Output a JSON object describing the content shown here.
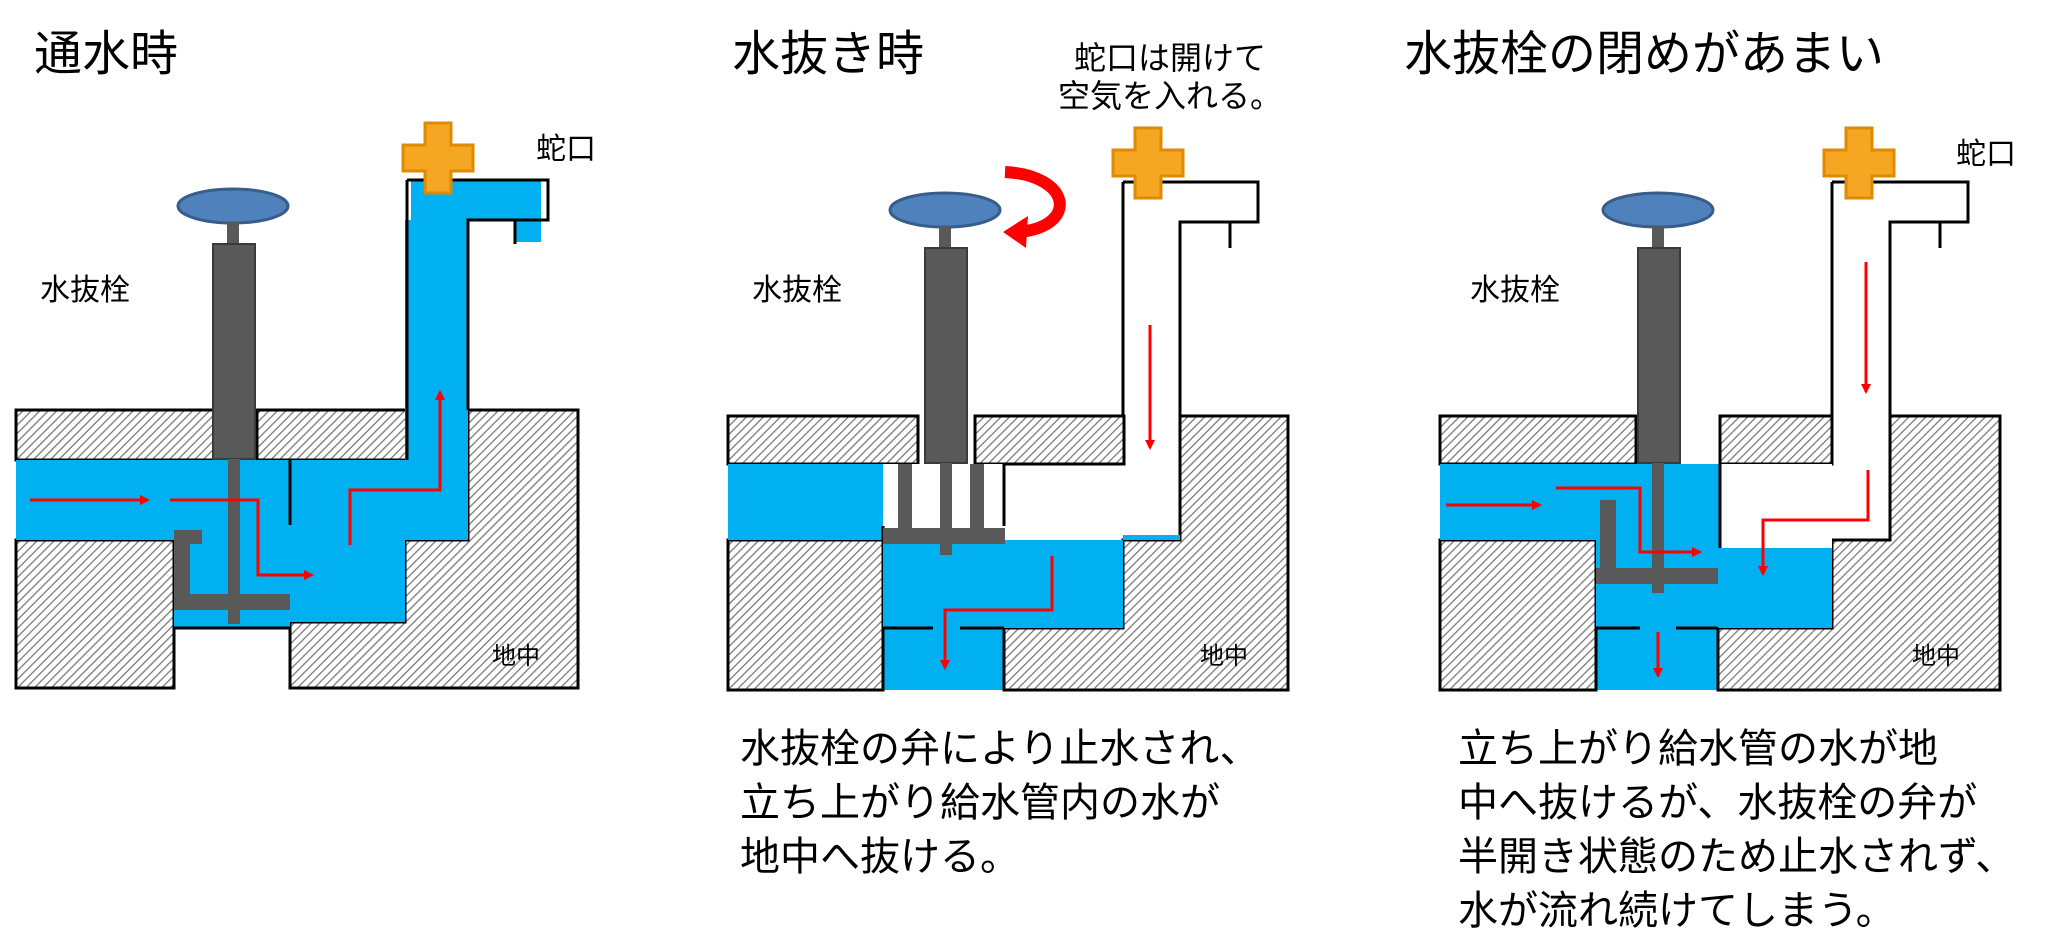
{
  "panels": [
    {
      "title": "通水時",
      "labels": {
        "valve": "水抜栓",
        "faucet": "蛇口",
        "ground": "地中"
      }
    },
    {
      "title": "水抜き時",
      "labels": {
        "valve": "水抜栓",
        "ground": "地中"
      },
      "note": [
        "蛇口は開けて",
        "空気を入れる。"
      ],
      "caption": [
        "水抜栓の弁により止水され、",
        "立ち上がり給水管内の水が",
        "地中へ抜ける。"
      ]
    },
    {
      "title": "水抜栓の閉めがあまい",
      "labels": {
        "valve": "水抜栓",
        "faucet": "蛇口",
        "ground": "地中"
      },
      "caption": [
        "立ち上がり給水管の水が地",
        "中へ抜けるが、水抜栓の弁が",
        "半開き状態のため止水されず、",
        "水が流れ続けてしまう。"
      ]
    }
  ],
  "colors": {
    "water": "#00b0f0",
    "flow-arrow": "#ff0000",
    "valve-handle": "#4f81bd",
    "valve-stem": "#595959",
    "faucet-handle": "#f5a623",
    "ground-hatch": "#7f7f7f",
    "outline": "#000000"
  },
  "icons": {
    "faucet": "faucet-handle-icon",
    "valve": "valve-handle-icon",
    "rotate": "rotate-arrow-icon"
  }
}
